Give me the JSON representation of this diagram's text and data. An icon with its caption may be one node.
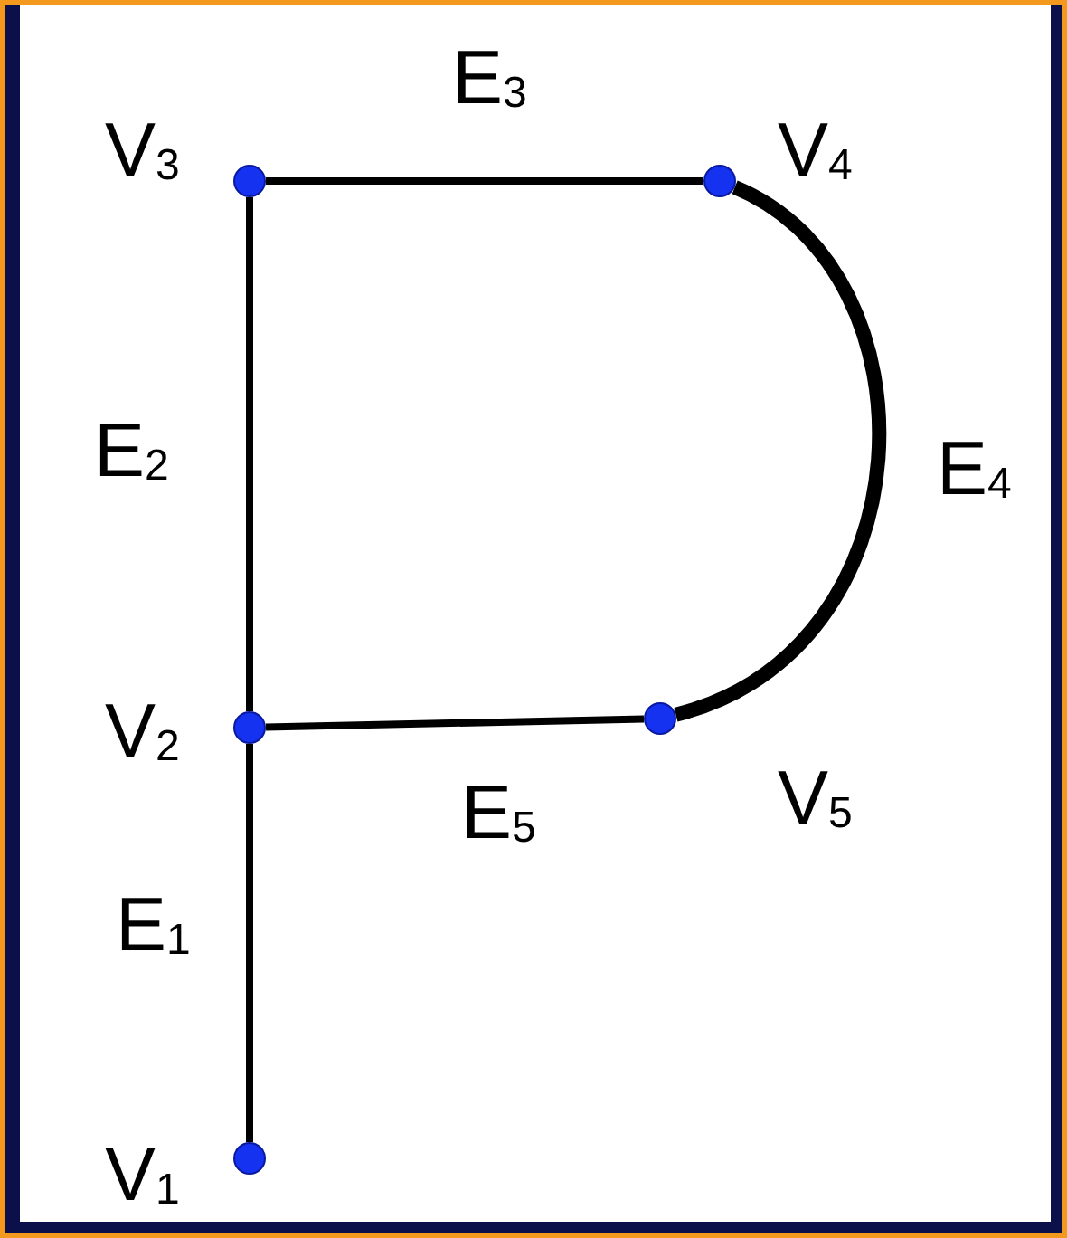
{
  "diagram": {
    "nodes": [
      {
        "text": [],
        "shape": "circle",
        "beside": [
          "V$_{1}$"
        ]
      },
      {
        "text": [],
        "shape": "circle",
        "beside": [
          "V$_{2}$"
        ]
      },
      {
        "text": [],
        "shape": "circle",
        "beside": [
          "V$_{3}$"
        ]
      },
      {
        "text": [],
        "shape": "circle",
        "beside": [
          "V$_{4}$"
        ]
      },
      {
        "text": [],
        "shape": "circle",
        "beside": [
          "V$_{5}$"
        ]
      }
    ],
    "edges": [
      {
        "from": 0,
        "to": 1,
        "arrow": "none",
        "label": "E$_{1}$"
      },
      {
        "from": 1,
        "to": 2,
        "arrow": "none",
        "label": "E$_{2}$"
      },
      {
        "from": 2,
        "to": 3,
        "arrow": "none",
        "label": "E$_{3}$"
      },
      {
        "from": 3,
        "to": 4,
        "arrow": "none",
        "label": "E$_{4}$",
        "style": "thick"
      },
      {
        "from": 4,
        "to": 1,
        "arrow": "none",
        "label": "E$_{5}$"
      }
    ]
  }
}
